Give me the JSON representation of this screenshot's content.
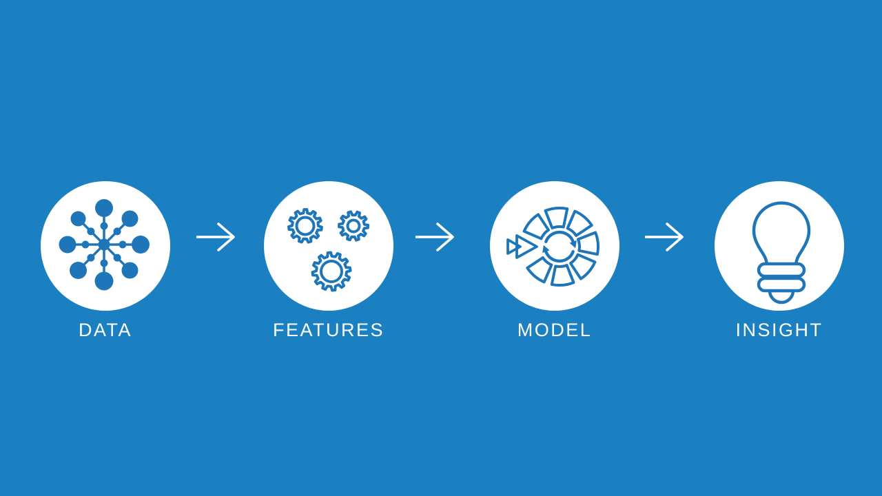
{
  "colors": {
    "background": "#1b80c2",
    "icon_stroke": "#1e76b8",
    "foreground": "#ffffff",
    "circle_fill": "#ffffff"
  },
  "pipeline": {
    "steps": [
      {
        "label": "DATA",
        "icon": "data-network-icon"
      },
      {
        "label": "FEATURES",
        "icon": "gears-icon"
      },
      {
        "label": "MODEL",
        "icon": "model-cycle-icon"
      },
      {
        "label": "INSIGHT",
        "icon": "lightbulb-icon"
      }
    ],
    "connectors": [
      {
        "icon": "arrow-right-icon"
      },
      {
        "icon": "arrow-right-icon"
      },
      {
        "icon": "arrow-right-icon"
      }
    ]
  }
}
